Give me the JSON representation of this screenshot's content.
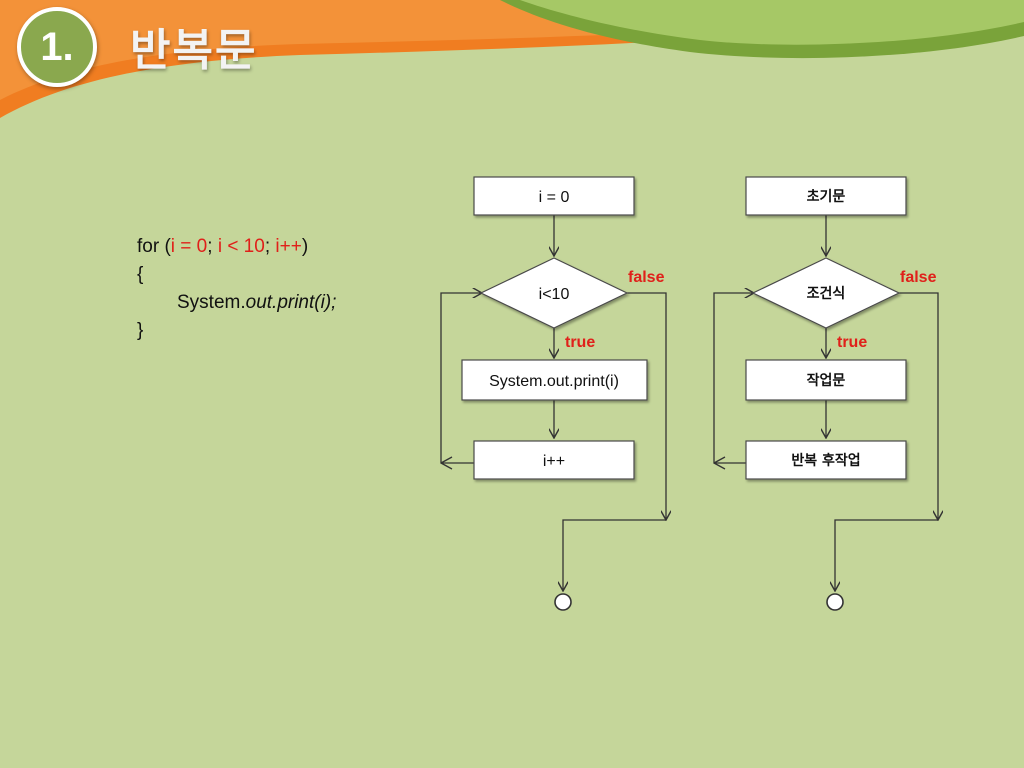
{
  "slide": {
    "number": "1.",
    "title": "반복문",
    "colors": {
      "background": "#c5d69a",
      "accent_orange": "#f07d21",
      "accent_green": "#7aa33a",
      "badge": "#8aa84e",
      "emphasis_red": "#e0201a"
    }
  },
  "code": {
    "line1": {
      "kw": "for",
      "open": "(",
      "init": "i = 0",
      "sep1": ";",
      "cond": "i < 10",
      "sep2": ";",
      "update": "i++",
      "close": ")"
    },
    "line2": "{",
    "line3": {
      "obj": "System.",
      "method": "out.print(i);"
    },
    "line4": "}"
  },
  "flow_left": {
    "init": "i = 0",
    "condition": "i<10",
    "body": "System.out.print(i)",
    "update": "i++",
    "true_label": "true",
    "false_label": "false"
  },
  "flow_right": {
    "init": "초기문",
    "condition": "조건식",
    "body": "작업문",
    "update": "반복 후작업",
    "true_label": "true",
    "false_label": "false"
  }
}
